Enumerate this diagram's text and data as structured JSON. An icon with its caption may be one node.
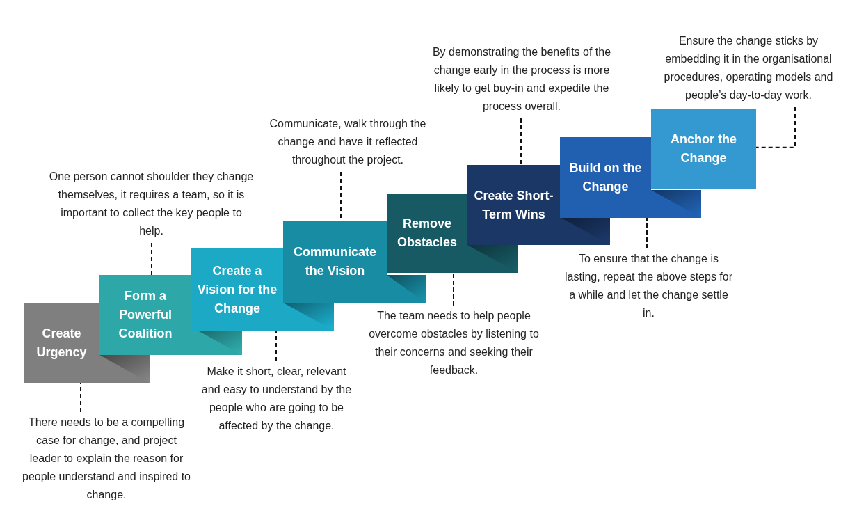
{
  "diagram": {
    "nodes": [
      {
        "text": [
          "Create Urgency"
        ]
      },
      {
        "text": [
          "Form a Powerful Coalition"
        ]
      },
      {
        "text": [
          "Create a Vision for the Change"
        ]
      },
      {
        "text": [
          "Communicate the Vision"
        ]
      },
      {
        "text": [
          "Remove Obstacles"
        ]
      },
      {
        "text": [
          "Create Short-Term Wins"
        ]
      },
      {
        "text": [
          "Build on the Change"
        ]
      },
      {
        "text": [
          "Anchor the Change"
        ]
      },
      {
        "text": [
          "There needs to be a compelling case for change, and project leader to explain the reason for people understand and inspired to change."
        ]
      },
      {
        "text": [
          "One person cannot shoulder they change themselves, it requires a team, so it is important to collect the key people to help."
        ]
      },
      {
        "text": [
          "Make it short, clear, relevant and easy to understand by the people who are going to be affected by the change."
        ]
      },
      {
        "text": [
          "Communicate, walk through the change and have it reflected throughout the project."
        ]
      },
      {
        "text": [
          "The team needs to help people overcome obstacles by listening to their concerns and seeking their feedback."
        ]
      },
      {
        "text": [
          "By demonstrating the benefits of the change early in the process is more likely to get buy-in and expedite the process overall."
        ]
      },
      {
        "text": [
          "To ensure that the change is lasting, repeat the above steps for a while and let the change settle in."
        ]
      },
      {
        "text": [
          "Ensure the change sticks by embedding it in the organisational procedures, operating models and people’s day-to-day work."
        ]
      }
    ],
    "edges": [
      {
        "from": 8,
        "to": 0,
        "arrow": "none",
        "style": "dashed"
      },
      {
        "from": 9,
        "to": 1,
        "arrow": "none",
        "style": "dashed"
      },
      {
        "from": 10,
        "to": 2,
        "arrow": "none",
        "style": "dashed"
      },
      {
        "from": 11,
        "to": 3,
        "arrow": "none",
        "style": "dashed"
      },
      {
        "from": 12,
        "to": 4,
        "arrow": "none",
        "style": "dashed"
      },
      {
        "from": 13,
        "to": 5,
        "arrow": "none",
        "style": "dashed"
      },
      {
        "from": 14,
        "to": 6,
        "arrow": "none",
        "style": "dashed"
      },
      {
        "from": 15,
        "to": 7,
        "arrow": "none",
        "style": "dashed"
      }
    ]
  }
}
